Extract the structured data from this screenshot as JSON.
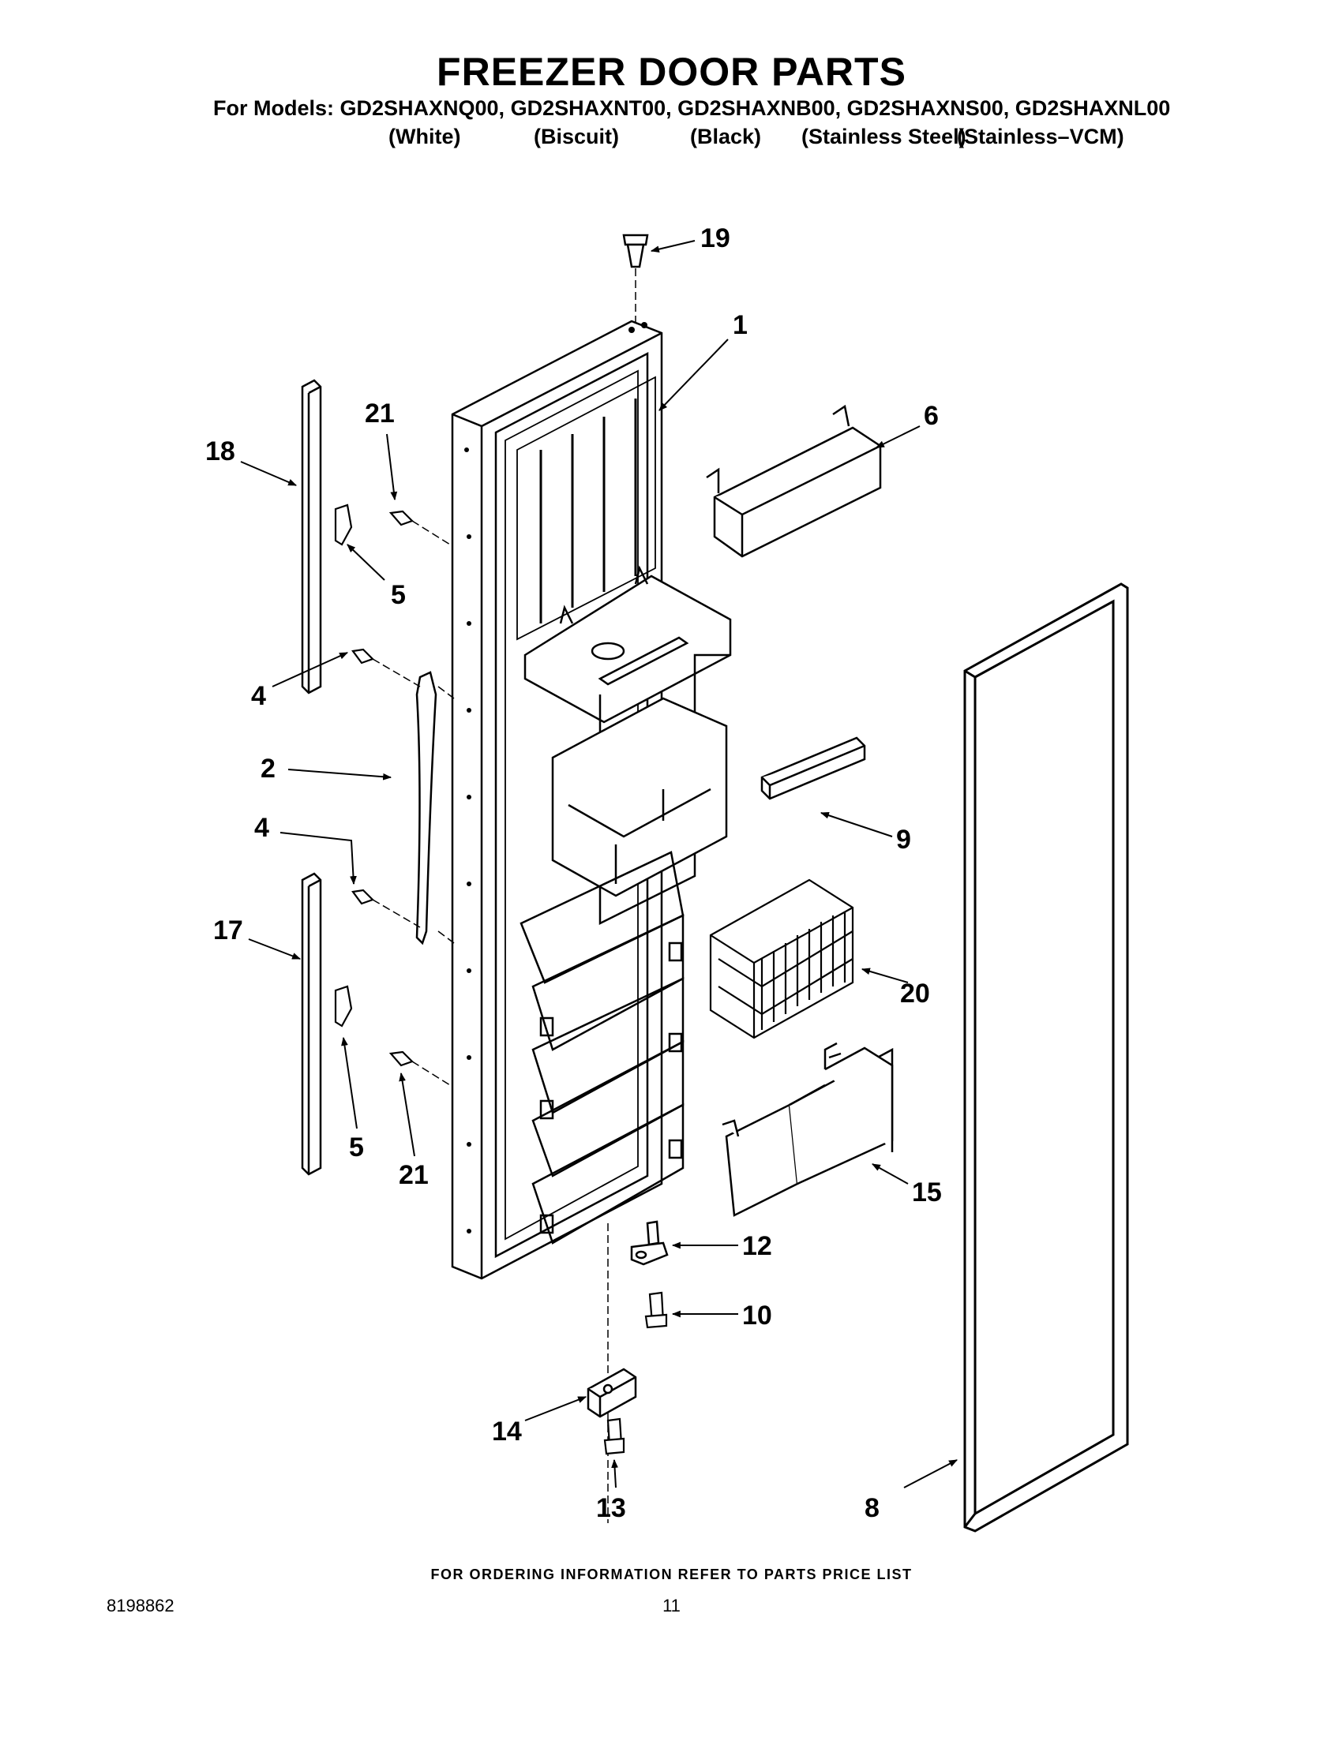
{
  "header": {
    "title": "FREEZER DOOR PARTS",
    "models_line": "For Models: GD2SHAXNQ00, GD2SHAXNT00, GD2SHAXNB00, GD2SHAXNS00, GD2SHAXNL00",
    "variants": [
      "(White)",
      "(Biscuit)",
      "(Black)",
      "(Stainless Steel)",
      "(Stainless–VCM)"
    ]
  },
  "callouts": {
    "c19": "19",
    "c1": "1",
    "c6": "6",
    "c18": "18",
    "c21a": "21",
    "c5a": "5",
    "c4a": "4",
    "c2": "2",
    "c4b": "4",
    "c9": "9",
    "c17": "17",
    "c20": "20",
    "c5b": "5",
    "c21b": "21",
    "c15": "15",
    "c12": "12",
    "c10": "10",
    "c14": "14",
    "c13": "13",
    "c8": "8"
  },
  "footer": {
    "note": "FOR ORDERING INFORMATION REFER TO PARTS PRICE LIST",
    "doc_number": "8198862",
    "page_number": "11"
  }
}
